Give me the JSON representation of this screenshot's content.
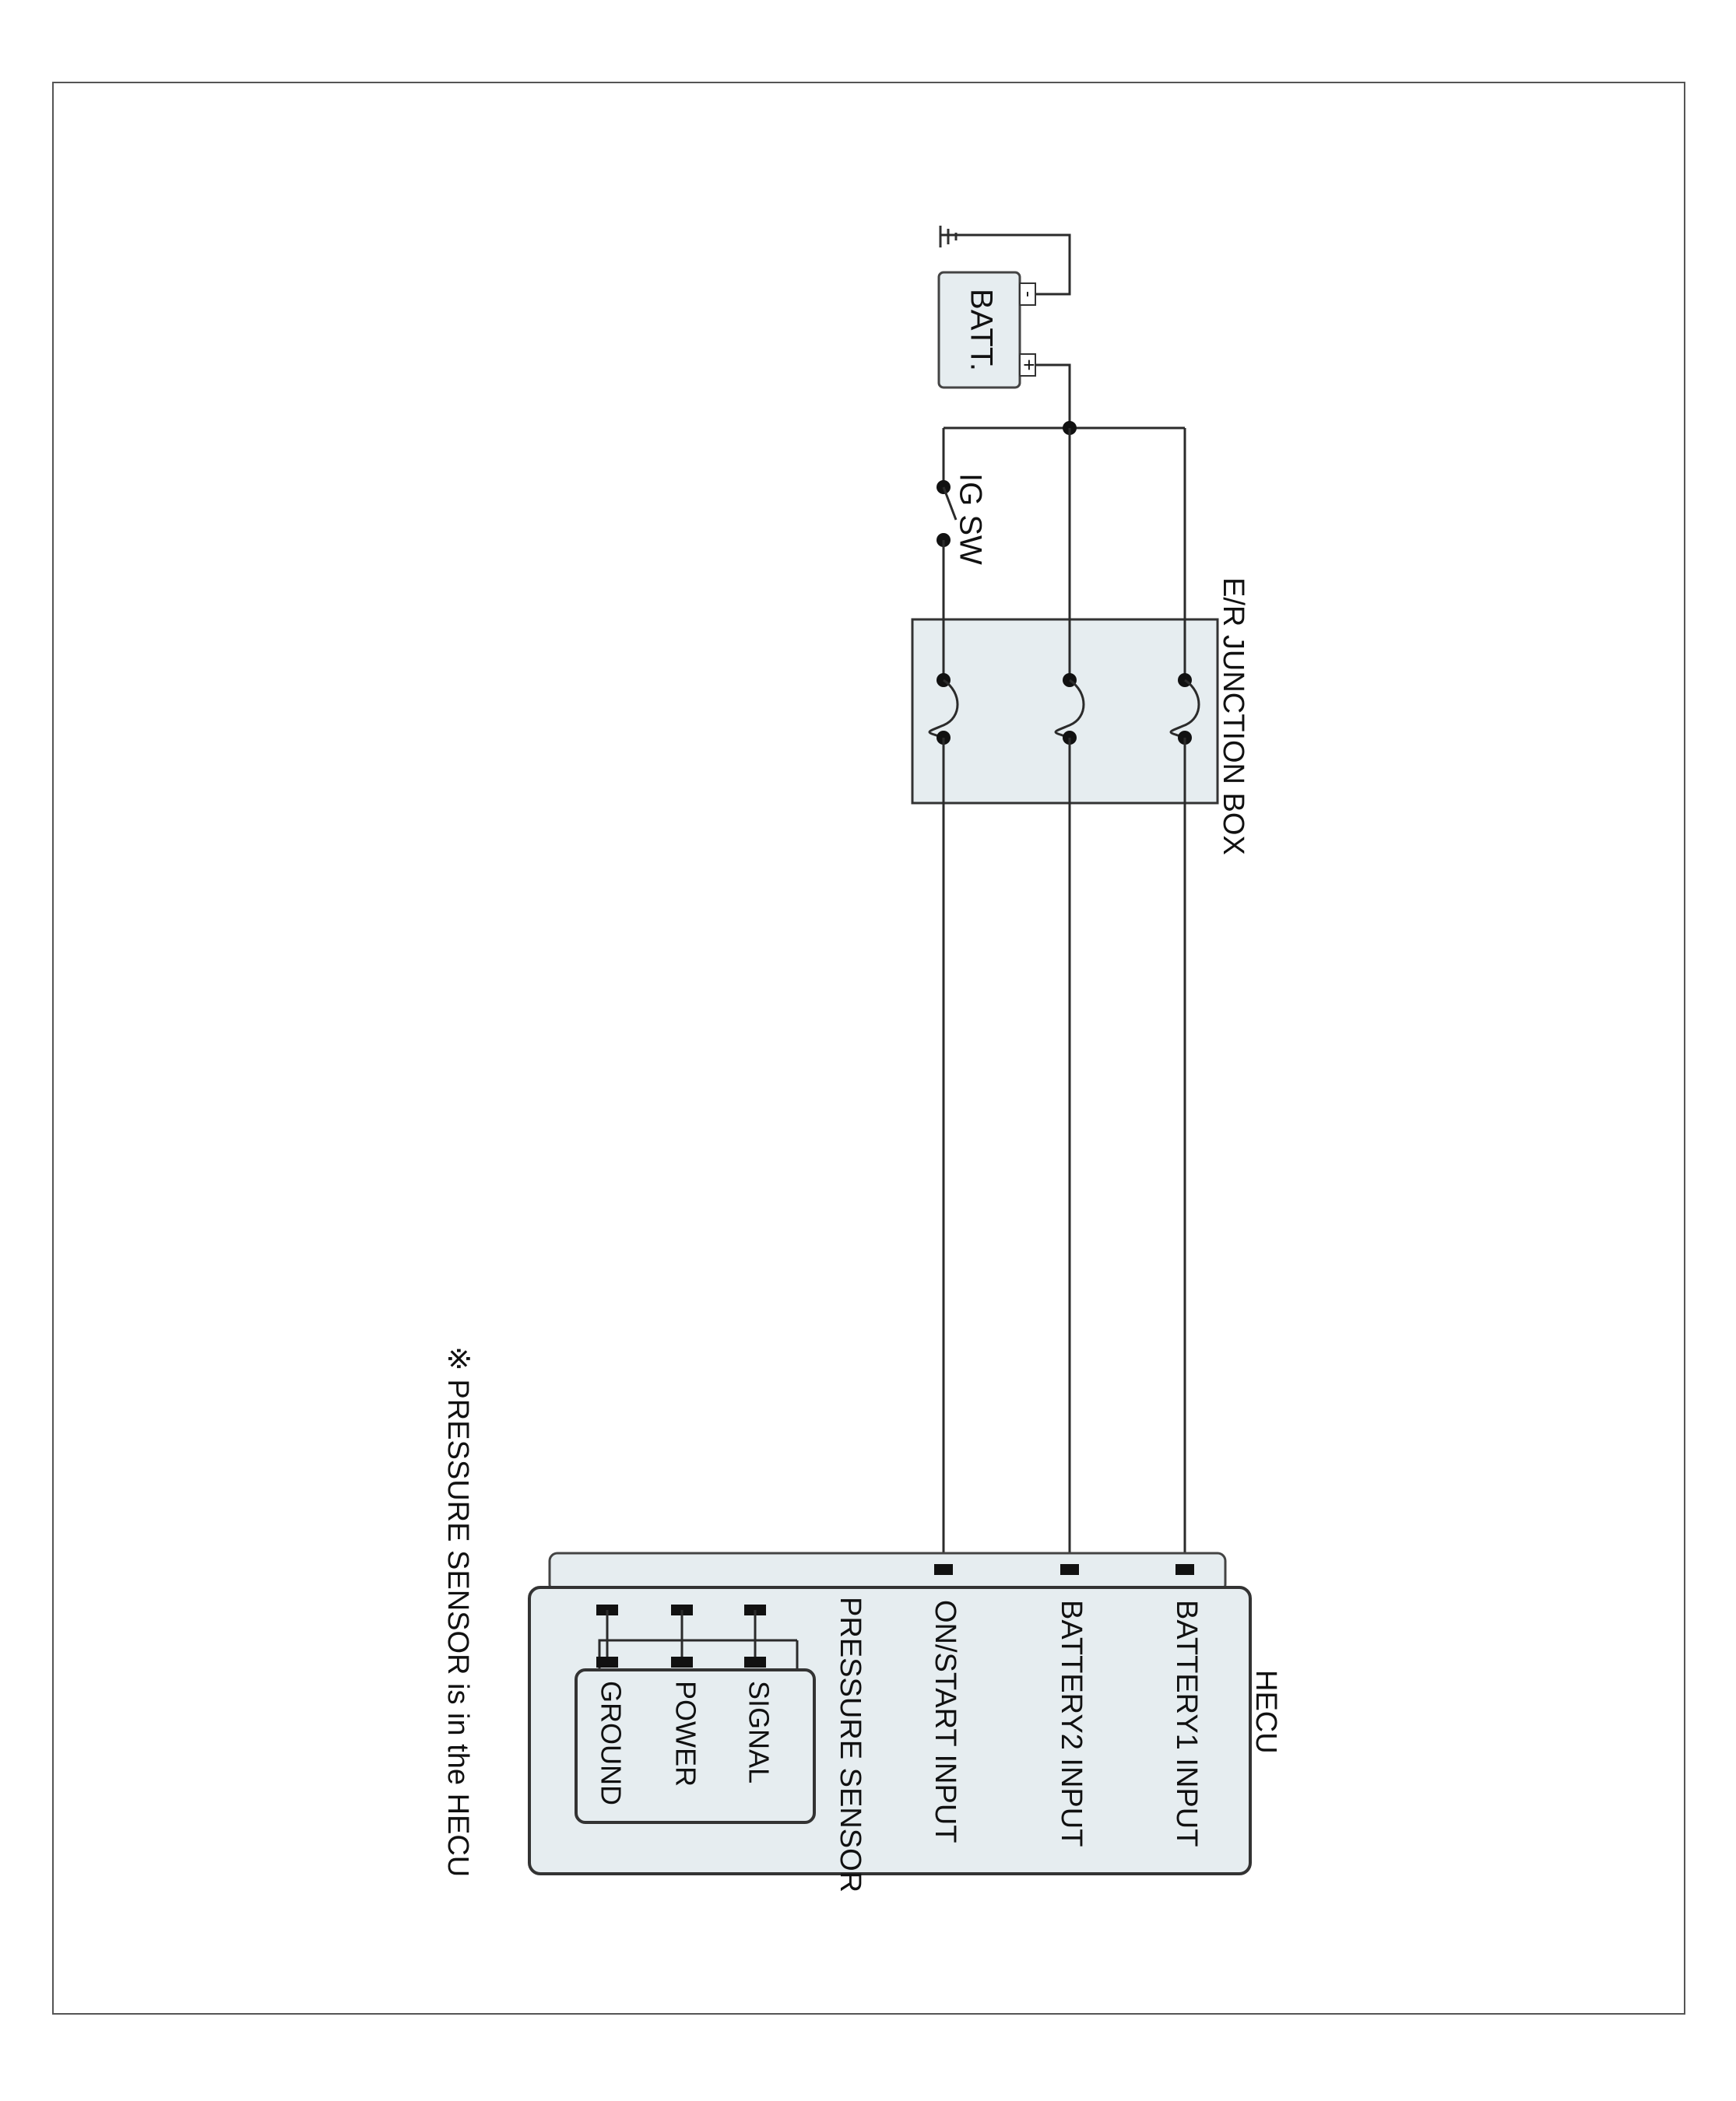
{
  "colors": {
    "page_background": "#ffffff",
    "component_fill": "#e6edf0",
    "wire": "#2b2b2b",
    "outline": "#333333"
  },
  "components": {
    "battery": {
      "label": "BATT.",
      "positive": "+",
      "negative": "-"
    },
    "ignition_switch": {
      "label": "IG SW"
    },
    "junction_box": {
      "label": "E/R JUNCTION BOX"
    },
    "hecu": {
      "label": "HECU",
      "inputs": [
        "BATTERY1 INPUT",
        "BATTERY2 INPUT",
        "ON/START INPUT"
      ],
      "pressure_sensor": {
        "label": "PRESSURE SENSOR",
        "pins": [
          "SIGNAL",
          "POWER",
          "GROUND"
        ]
      }
    }
  },
  "icons": [
    "ground-icon",
    "fuse-icon",
    "switch-icon"
  ],
  "note": "※ PRESSURE SENSOR is in the HECU"
}
